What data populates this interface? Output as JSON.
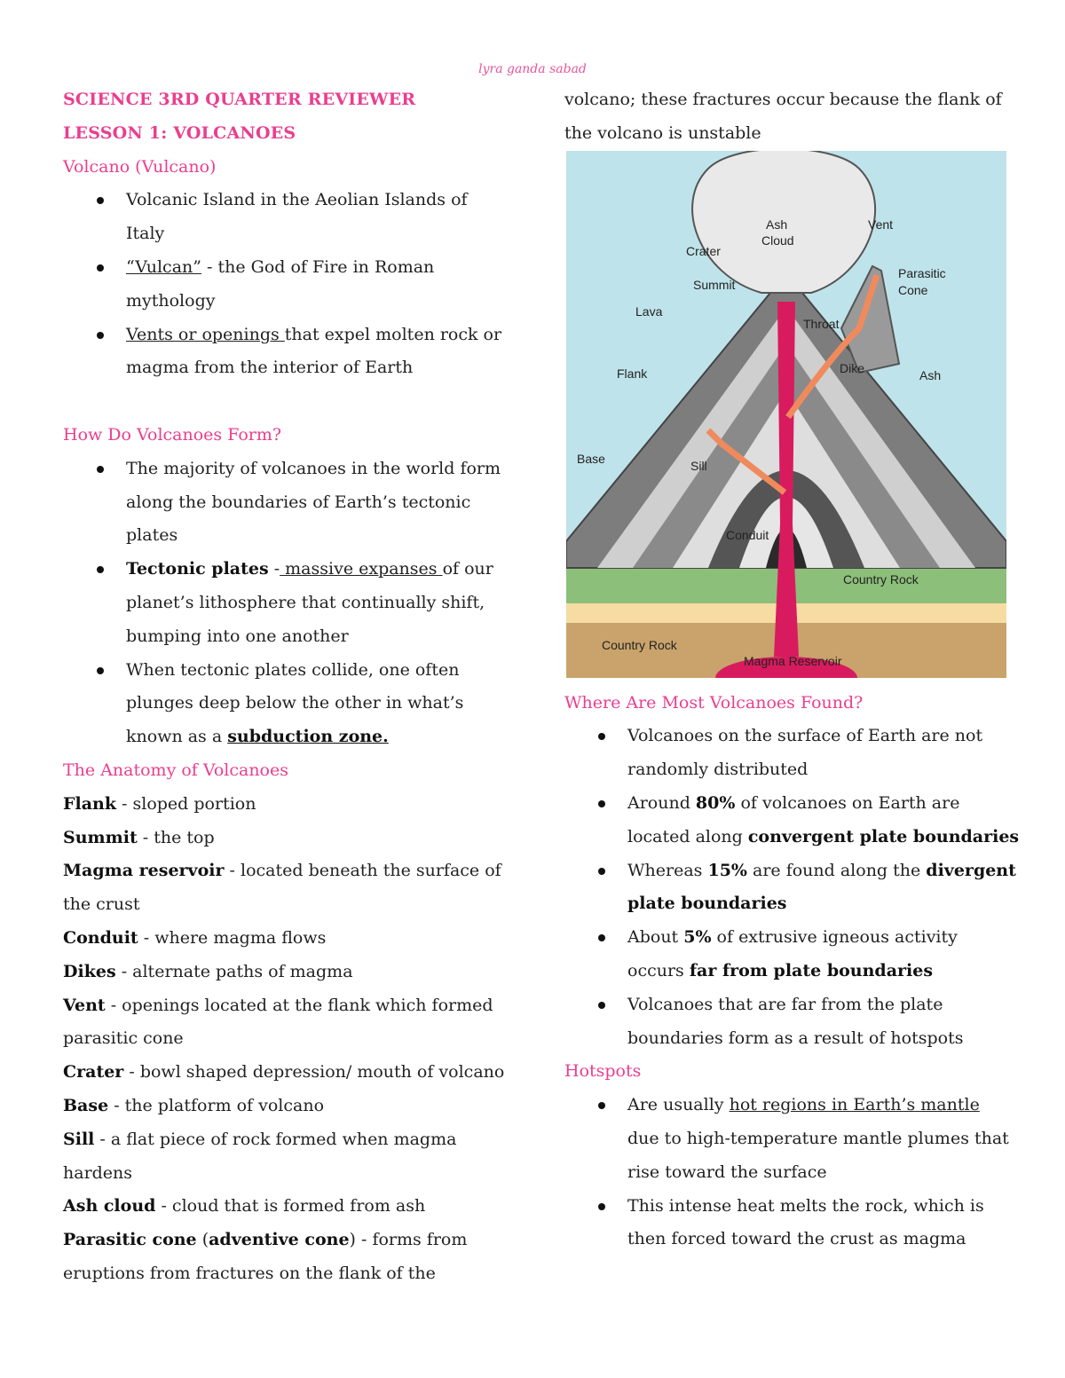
{
  "author": "lyra ganda sabad",
  "left": {
    "title1": "SCIENCE 3RD QUARTER REVIEWER",
    "title2": "LESSON 1: VOLCANOES",
    "volcano_heading": "Volcano (Vulcano)",
    "b1_l1": "Volcanic Island in the Aeolian Islands of",
    "b1_l2": "Italy",
    "b2_u": "“Vulcan”",
    "b2_t": " - the God of Fire in Roman",
    "b2_l2": "mythology",
    "b3_u": "Vents or openings ",
    "b3_t": "that expel molten rock or",
    "b3_l2": "magma from the interior of Earth",
    "form_heading": "How Do Volcanoes Form?",
    "f1_l1": "The majority of volcanoes in the world form",
    "f1_l2": "along the boundaries of Earth’s tectonic",
    "f1_l3": "plates",
    "f2_b": "Tectonic plates",
    "f2_t1": " -",
    "f2_u": " massive expanses ",
    "f2_t2": "of our",
    "f2_l2": "planet’s lithosphere that continually shift,",
    "f2_l3": "bumping into one another",
    "f3_l1": "When tectonic plates collide, one often",
    "f3_l2": "plunges deep below the other in what’s",
    "f3_l3a": "known as a ",
    "f3_l3b": "subduction zone.",
    "anatomy_heading": "The Anatomy of Volcanoes",
    "flank_b": "Flank",
    "flank_t": " - sloped portion",
    "summit_b": "Summit",
    "summit_t": " - the top",
    "magma_b": "Magma reservoir",
    "magma_t": " - located beneath the surface of",
    "magma_l2": "the crust",
    "conduit_b": "Conduit",
    "conduit_t": " - where magma flows",
    "dikes_b": "Dikes",
    "dikes_t": " - alternate paths of magma",
    "vent_b": "Vent",
    "vent_t": " - openings located at the flank which formed",
    "vent_l2": "parasitic cone",
    "crater_b": "Crater",
    "crater_t": " - bowl shaped depression/ mouth of volcano",
    "base_b": "Base",
    "base_t": " - the platform of volcano",
    "sill_b": "Sill",
    "sill_t": " - a flat piece of rock formed when magma",
    "sill_l2": "hardens",
    "ash_b": "Ash cloud",
    "ash_t": " - cloud that is formed from ash",
    "para_b1": "Parasitic cone",
    "para_t1": " (",
    "para_b2": "adventive cone",
    "para_t2": ") - forms from",
    "para_l2": "eruptions from fractures on the flank of the"
  },
  "right": {
    "cont_l1": "volcano; these fractures occur because the flank of",
    "cont_l2": "the volcano is unstable",
    "found_heading": "Where Are Most Volcanoes Found?",
    "w1_l1": "Volcanoes on the surface of Earth are not",
    "w1_l2": "randomly distributed",
    "w2_t1": "Around ",
    "w2_b1": "80%",
    "w2_t2": " of volcanoes on Earth are",
    "w2_t3": "located along ",
    "w2_b2": "convergent plate boundaries",
    "w3_t1": "Whereas ",
    "w3_b1": "15%",
    "w3_t2": " are found along the ",
    "w3_b2": "divergent",
    "w3_b3": "plate boundaries",
    "w4_t1": "About ",
    "w4_b1": "5%",
    "w4_t2": " of extrusive igneous activity",
    "w4_t3": "occurs ",
    "w4_b2": "far from plate boundaries",
    "w5_l1": "Volcanoes that are far from the plate",
    "w5_l2": "boundaries form as a result of hotspots",
    "hot_heading": "Hotspots",
    "h1_t1": "Are usually ",
    "h1_u": "hot regions in Earth’s mantle",
    "h1_l2": "due to high-temperature mantle plumes that",
    "h1_l3": "rise toward the surface",
    "h2_l1": "This intense heat melts the rock, which is",
    "h2_l2": "then forced toward the crust as magma"
  },
  "diagram": {
    "ash_cloud": [
      "Ash",
      "Cloud"
    ],
    "vent": "Vent",
    "crater": "Crater",
    "parasitic_cone": [
      "Parasitic",
      "Cone"
    ],
    "summit": "Summit",
    "lava": "Lava",
    "throat": "Throat",
    "dike": "Dike",
    "flank": "Flank",
    "ash": "Ash",
    "base": "Base",
    "sill": "Sill",
    "conduit": "Conduit",
    "country_rock_top": "Country Rock",
    "country_rock_bottom": "Country Rock",
    "magma_reservoir": "Magma Reservoir"
  },
  "colors": {
    "heading_pink": "#ea3e8f",
    "magma": "#d81b5e",
    "dike_orange": "#f08a5d",
    "sky": "#bfe3ea",
    "grass": "#8cbf7a",
    "sand": "#f6dca2",
    "soil": "#c9a36b"
  }
}
